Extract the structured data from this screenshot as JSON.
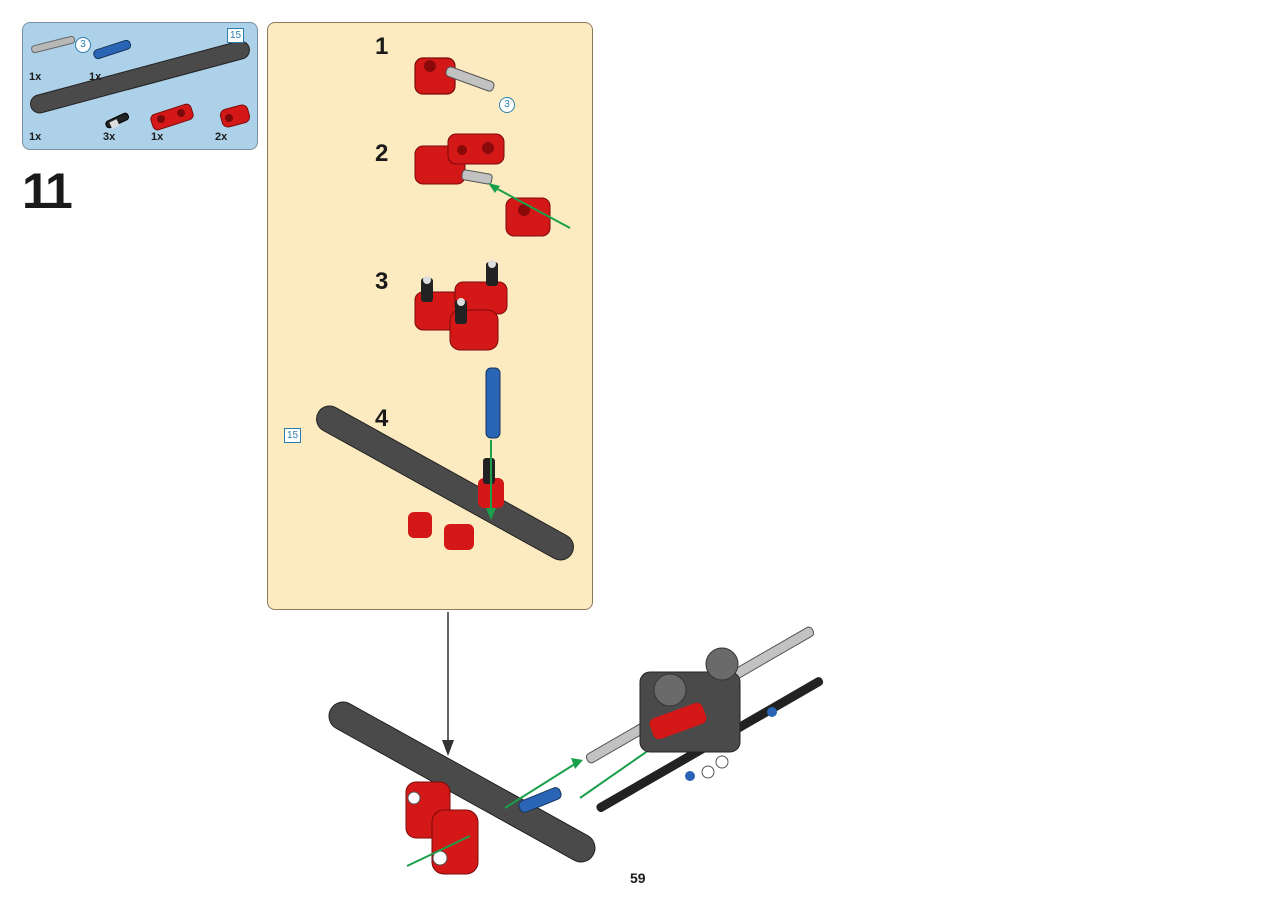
{
  "parts_list": {
    "items": [
      {
        "name": "axle",
        "quantity": "1x",
        "length": "3"
      },
      {
        "name": "blue-pin",
        "quantity": "1x"
      },
      {
        "name": "dark-gray-beam",
        "quantity": "1x",
        "length": "15"
      },
      {
        "name": "black-pin",
        "quantity": "3x"
      },
      {
        "name": "red-connector-large",
        "quantity": "1x"
      },
      {
        "name": "red-connector-small",
        "quantity": "2x"
      }
    ]
  },
  "step": {
    "number": "11"
  },
  "substeps": [
    {
      "number": "1",
      "callout": "3"
    },
    {
      "number": "2"
    },
    {
      "number": "3"
    },
    {
      "number": "4",
      "callout": "15"
    }
  ],
  "page": {
    "number": "59"
  },
  "colors": {
    "red": "#d41818",
    "dark_gray": "#4a4a4a",
    "blue": "#2a64b4",
    "green_arrow": "#1aa04a",
    "parts_bg": "#aed1ea",
    "substep_bg": "#fcebc0"
  }
}
